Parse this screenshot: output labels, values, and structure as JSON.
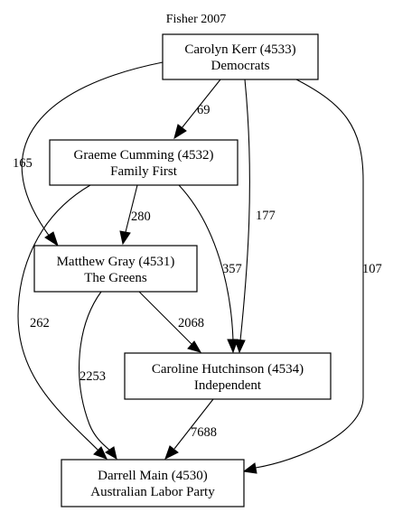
{
  "diagram": {
    "title": "Fisher 2007",
    "nodes": [
      {
        "id": "kerr",
        "name": "Carolyn Kerr (4533)",
        "party": "Democrats"
      },
      {
        "id": "cumming",
        "name": "Graeme Cumming (4532)",
        "party": "Family First"
      },
      {
        "id": "gray",
        "name": "Matthew Gray (4531)",
        "party": "The Greens"
      },
      {
        "id": "hutchinson",
        "name": "Caroline Hutchinson (4534)",
        "party": "Independent"
      },
      {
        "id": "main",
        "name": "Darrell Main (4530)",
        "party": "Australian Labor Party"
      }
    ],
    "edges": [
      {
        "from": "kerr",
        "to": "cumming",
        "label": "69"
      },
      {
        "from": "kerr",
        "to": "gray",
        "label": "165"
      },
      {
        "from": "kerr",
        "to": "hutchinson",
        "label": "177"
      },
      {
        "from": "kerr",
        "to": "main",
        "label": "107"
      },
      {
        "from": "cumming",
        "to": "gray",
        "label": "280"
      },
      {
        "from": "cumming",
        "to": "hutchinson",
        "label": "357"
      },
      {
        "from": "cumming",
        "to": "main",
        "label": "262"
      },
      {
        "from": "gray",
        "to": "hutchinson",
        "label": "2068"
      },
      {
        "from": "gray",
        "to": "main",
        "label": "2253"
      },
      {
        "from": "hutchinson",
        "to": "main",
        "label": "7688"
      }
    ]
  }
}
